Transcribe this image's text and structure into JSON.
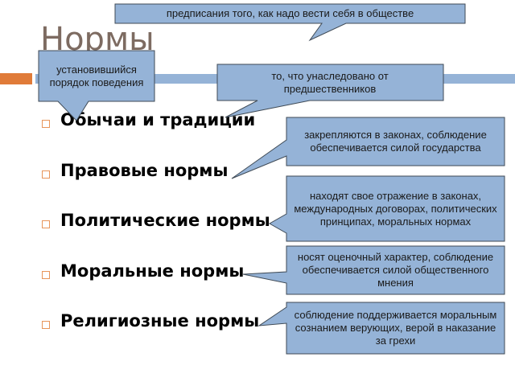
{
  "slide": {
    "title": "Нормы",
    "accent_color": "#e07b39",
    "line_color": "#95b3d7",
    "callout_fill": "#95b3d7",
    "items": [
      "Обычаи и традиции",
      "Правовые нормы",
      "Политические нормы",
      "Моральные нормы",
      "Религиозные нормы"
    ],
    "callouts": {
      "definition": "предписания того, как надо вести себя в обществе",
      "established_order": "установившийся порядок поведения",
      "inherited": "то, что унаследовано от предшественников",
      "legal": "закрепляются в законах, соблюдение обеспечивается силой государства",
      "political": "находят свое отражение в законах, международных договорах, политических принципах, моральных нормах",
      "moral": "носят оценочный характер, соблюдение обеспечивается силой общественного мнения",
      "religious": "соблюдение поддерживается моральным сознанием верующих, верой в наказание за грехи"
    }
  }
}
